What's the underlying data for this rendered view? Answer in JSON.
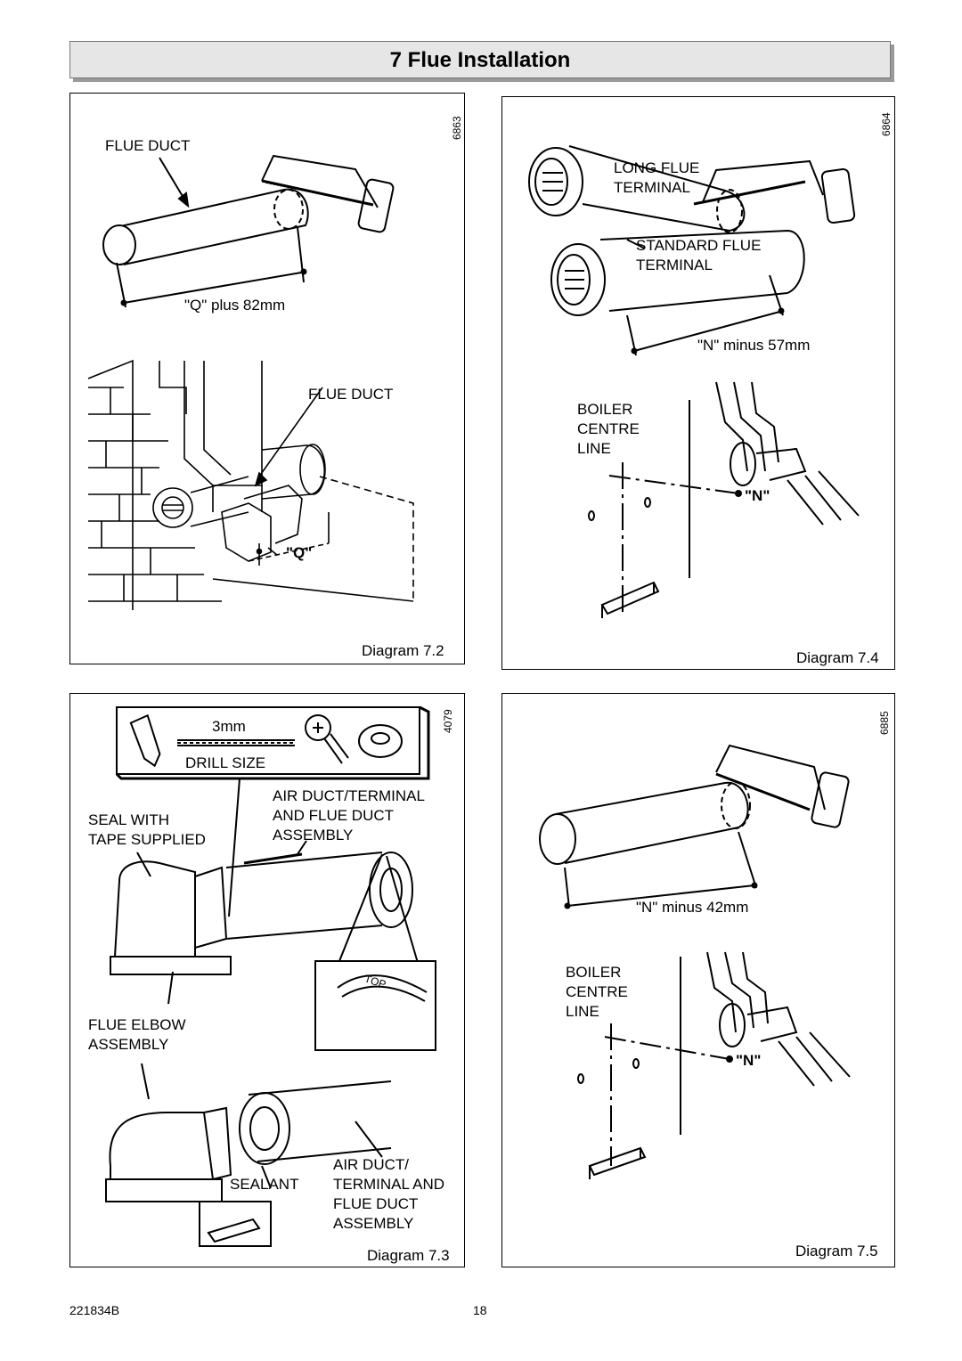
{
  "header": {
    "title": "7  Flue Installation"
  },
  "panels": {
    "d72": {
      "ref": "6863",
      "caption": "Diagram 7.2",
      "labels": {
        "flue_duct_top": "FLUE DUCT",
        "q_plus": "\"Q\" plus 82mm",
        "flue_duct_mid": "FLUE DUCT",
        "q_marker": "\"Q\""
      }
    },
    "d74": {
      "ref": "6864",
      "caption": "Diagram 7.4",
      "labels": {
        "long_flue": "LONG FLUE\nTERMINAL",
        "standard_flue": "STANDARD FLUE\nTERMINAL",
        "n_minus": "\"N\" minus 57mm",
        "boiler_centre": "BOILER\nCENTRE\nLINE",
        "n_marker": "\"N\""
      }
    },
    "d73": {
      "ref": "4079",
      "caption": "Diagram 7.3",
      "labels": {
        "drill_mm": "3mm",
        "drill_size": "DRILL SIZE",
        "seal_with": "SEAL WITH\nTAPE SUPPLIED",
        "air_duct_assembly": "AIR DUCT/TERMINAL\nAND FLUE DUCT\nASSEMBLY",
        "flue_elbow": "FLUE ELBOW\nASSEMBLY",
        "sealant": "SEALANT",
        "air_duct_assembly2": "AIR DUCT/\nTERMINAL AND\nFLUE DUCT\nASSEMBLY",
        "top_mark": "TOP"
      }
    },
    "d75": {
      "ref": "6885",
      "caption": "Diagram 7.5",
      "labels": {
        "n_minus": "\"N\" minus 42mm",
        "boiler_centre": "BOILER\nCENTRE\nLINE",
        "n_marker": "\"N\""
      }
    }
  },
  "footer": {
    "doc_code": "221834B",
    "page_number": "18"
  }
}
